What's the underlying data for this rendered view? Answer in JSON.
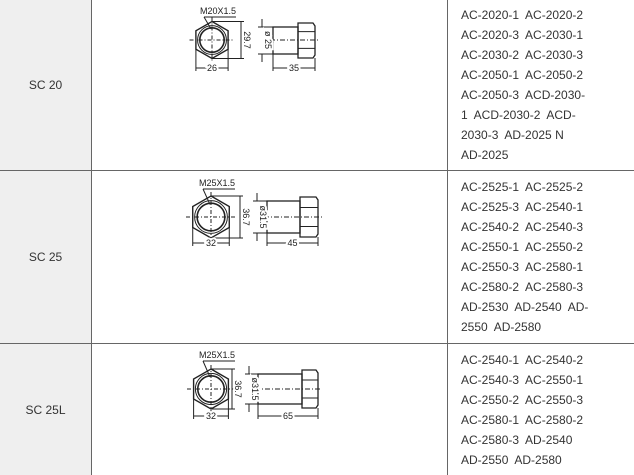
{
  "rows": [
    {
      "name": "SC 20",
      "drawing": {
        "thread": "M20X1.5",
        "hex_width": "26",
        "hex_height": "29.7",
        "diameter": "ø 25",
        "length": "35"
      },
      "models": [
        "AC-2020-1  AC-2020-2",
        "AC-2020-3  AC-2030-1",
        "AC-2030-2  AC-2030-3",
        "AC-2050-1  AC-2050-2",
        "AC-2050-3  ACD-2030-",
        "1  ACD-2030-2  ACD-",
        "2030-3  AD-2025 N",
        "AD-2025"
      ]
    },
    {
      "name": "SC 25",
      "drawing": {
        "thread": "M25X1.5",
        "hex_width": "32",
        "hex_height": "36.7",
        "diameter": "ø31.5",
        "length": "45"
      },
      "models": [
        "AC-2525-1  AC-2525-2",
        "AC-2525-3  AC-2540-1",
        "AC-2540-2  AC-2540-3",
        "AC-2550-1  AC-2550-2",
        "AC-2550-3  AC-2580-1",
        "AC-2580-2  AC-2580-3",
        "AD-2530  AD-2540  AD-",
        "2550  AD-2580"
      ]
    },
    {
      "name": "SC 25L",
      "drawing": {
        "thread": "M25X1.5",
        "hex_width": "32",
        "hex_height": "36.7",
        "diameter": "ø31.5",
        "length": "65"
      },
      "models": [
        "AC-2540-1  AC-2540-2",
        "AC-2540-3  AC-2550-1",
        "AC-2550-2  AC-2550-3",
        "AC-2580-1  AC-2580-2",
        "AC-2580-3  AD-2540",
        "AD-2550  AD-2580"
      ]
    }
  ]
}
